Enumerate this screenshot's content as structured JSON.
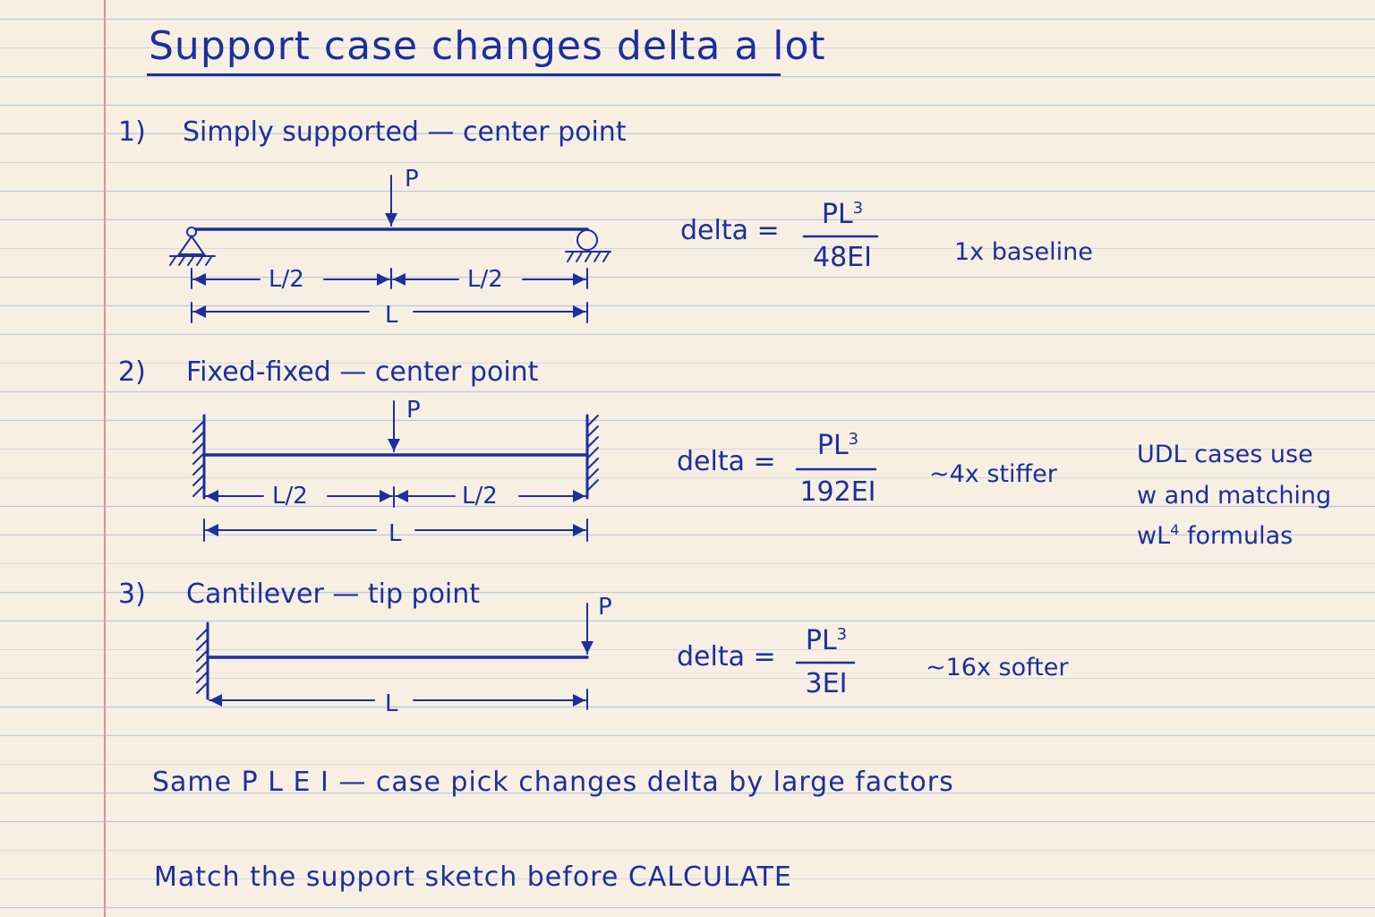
{
  "title": "Support case changes delta a lot",
  "cases": [
    {
      "number": "1)",
      "heading": "Simply supported — center point",
      "load": "P",
      "dims": {
        "half_left": "L/2",
        "half_right": "L/2",
        "span": "L"
      },
      "formula": {
        "lhs": "delta =",
        "num_base": "PL",
        "num_exp": "3",
        "den": "48EI"
      },
      "note": "1x baseline"
    },
    {
      "number": "2)",
      "heading": "Fixed-fixed — center point",
      "load": "P",
      "dims": {
        "half_left": "L/2",
        "half_right": "L/2",
        "span": "L"
      },
      "formula": {
        "lhs": "delta =",
        "num_base": "PL",
        "num_exp": "3",
        "den": "192EI"
      },
      "note": "~4x stiffer"
    },
    {
      "number": "3)",
      "heading": "Cantilever — tip point",
      "load": "P",
      "dims": {
        "span": "L"
      },
      "formula": {
        "lhs": "delta =",
        "num_base": "PL",
        "num_exp": "3",
        "den": "3EI"
      },
      "note": "~16x softer"
    }
  ],
  "side_note": {
    "line1": "UDL cases use",
    "line2": "w and matching",
    "line3_base": "wL",
    "line3_exp": "4",
    "line3_rest": "formulas"
  },
  "footer": {
    "line1": "Same P L E I — case pick changes delta by large factors",
    "line2": "Match the support sketch before CALCULATE"
  },
  "colors": {
    "ink": "#1c2f9c",
    "paper": "#f7efe2",
    "rule": "#b9c9dd",
    "margin": "#e48f98"
  }
}
